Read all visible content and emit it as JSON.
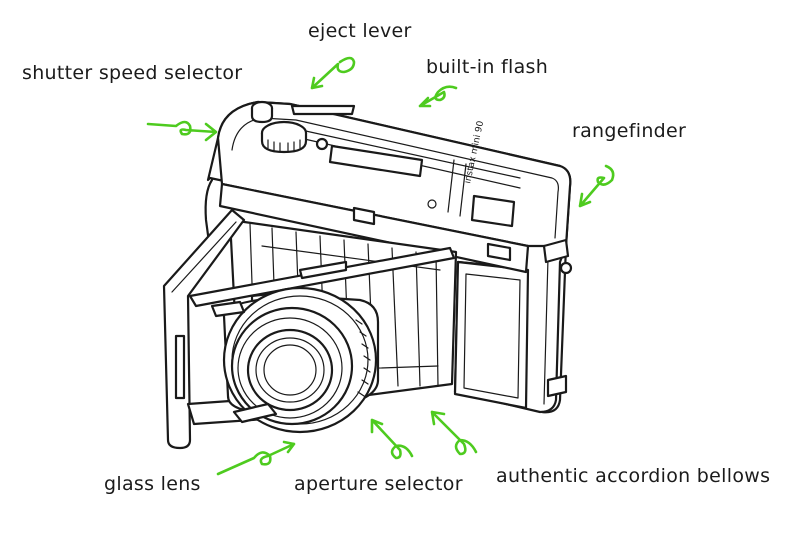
{
  "colors": {
    "arrow": "#4ecb1f",
    "line_art": "#1a1a1a",
    "text": "#1b1b1b",
    "background": "#ffffff"
  },
  "callouts": {
    "eject_lever": "eject lever",
    "shutter_speed_selector": "shutter speed selector",
    "built_in_flash": "built-in flash",
    "rangefinder": "rangefinder",
    "glass_lens": "glass lens",
    "aperture_selector": "aperture selector",
    "authentic_accordion_bellows": "authentic accordion bellows"
  },
  "camera": {
    "brand_logo": "instax mini 90"
  }
}
